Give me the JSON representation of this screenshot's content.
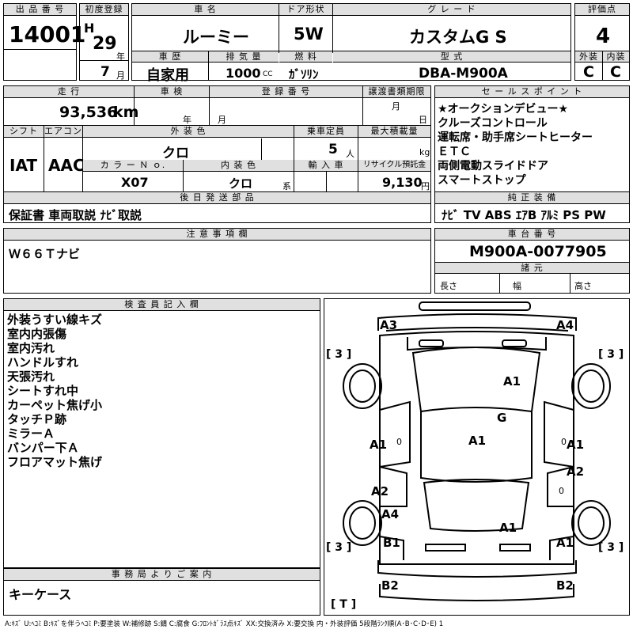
{
  "header": {
    "lot_label": "出 品 番 号",
    "lot_number": "14001",
    "reg_label": "初度登録",
    "era": "H",
    "year": "29",
    "year_unit": "年",
    "month": "7",
    "month_unit": "月",
    "car_name_label": "車 名",
    "car_name": "ルーミー",
    "history_label": "車 歴",
    "history": "自家用",
    "displacement_label": "排 気 量",
    "displacement": "1000",
    "displacement_unit": "CC",
    "door_label": "ドア形状",
    "door": "5W",
    "fuel_label": "燃 料",
    "fuel": "ｶﾞｿﾘﾝ",
    "grade_label": "グ レ ー ド",
    "grade": "カスタムG S",
    "model_label": "型 式",
    "model": "DBA-M900A",
    "score_label": "評価点",
    "score": "4",
    "exterior_label": "外装",
    "interior_label": "内装",
    "exterior": "C",
    "interior": "C"
  },
  "details": {
    "mileage_label": "走 行",
    "mileage": "93,536",
    "mileage_unit": "km",
    "inspection_label": "車 検",
    "year_unit": "年",
    "month_unit": "月",
    "registration_label": "登 録 番 号",
    "transfer_label": "譲渡書類期限",
    "day_unit": "日",
    "shift_label": "シフト",
    "shift": "IAT",
    "ac_label": "エアコン",
    "ac": "AAC",
    "color_label": "外 装 色",
    "color": "クロ",
    "color_no_label": "カ ラ ー Ｎ ｏ.",
    "color_no": "X07",
    "interior_color_label": "内 装 色",
    "interior_color": "クロ",
    "interior_color_suffix": "系",
    "seats_label": "乗車定員",
    "seats": "5",
    "seats_unit": "人",
    "load_label": "最大積載量",
    "load_unit": "kg",
    "import_label": "輸 入 車",
    "recycle_label": "リサイクル預託金",
    "recycle": "9,130",
    "recycle_unit": "円",
    "later_label": "後 日 発 送 部 品",
    "later_items": "保証書 車両取説 ﾅﾋﾞ取説"
  },
  "sales": {
    "label": "セ ー ル ス ポ イ ン ト",
    "points": [
      "★オークションデビュー★",
      "クルーズコントロール",
      "運転席・助手席シートヒーター",
      "ＥＴＣ",
      "両側電動スライドドア",
      "スマートストップ"
    ],
    "equip_label": "純 正 装 備",
    "equipment": "ﾅﾋﾞ TV ABS ｴｱB ｱﾙﾐ PS PW"
  },
  "notes": {
    "label": "注 意 事 項 欄",
    "text": "Ｗ６６Ｔナビ"
  },
  "chassis": {
    "label": "車 台 番 号",
    "number": "M900A-0077905",
    "spec_label": "諸 元",
    "length_label": "長さ",
    "width_label": "幅",
    "height_label": "高さ"
  },
  "inspector": {
    "label": "検 査 員 記 入 欄",
    "lines": [
      "外装うすい線キズ",
      "室内内張傷",
      "室内汚れ",
      "ハンドルすれ",
      "天張汚れ",
      "シートすれ中",
      "カーペット焦げ小",
      "タッチＰ跡",
      "ミラーＡ",
      "バンパー下Ａ",
      "フロアマット焦げ"
    ]
  },
  "office": {
    "label": "事 務 局 よ り ご 案 内",
    "text": "キーケース"
  },
  "diagram": {
    "marks": {
      "a3": "A3",
      "a4_top": "A4",
      "a1_roof": "A1",
      "g": "G",
      "a1_center": "A1",
      "a1_left": "A1",
      "a1_right": "A1",
      "a2_left": "A2",
      "a2_right": "A2",
      "a4_left": "A4",
      "a1_bottom_center": "A1",
      "b1": "B1",
      "a1_bottom_right": "A1",
      "b2_left": "B2",
      "b2_right": "B2"
    },
    "tire_marks": {
      "fl": "[ 3 ]",
      "fr": "[ 3 ]",
      "rl": "[ 3 ]",
      "rr": "[ 3 ]",
      "spare": "[ T ]"
    },
    "zero": "0"
  },
  "legend": "A:ｷｽﾞ U:ﾍｺﾐ B:ｷｽﾞを伴うﾍｺﾐ P:要塗装 W:補修跡 S:錆 C:腐食 G:ﾌﾛﾝﾄｶﾞﾗｽ点ｷｽﾞ XX:交換済み X:要交換 内・外装評価 5段階ﾗﾝｸ順(A･B･C･D･E) 1"
}
